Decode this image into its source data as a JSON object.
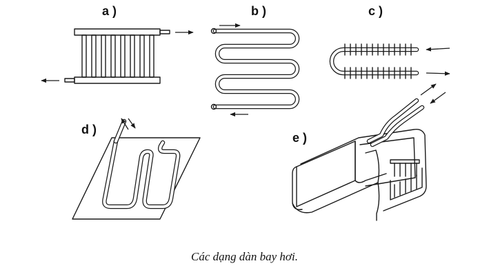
{
  "diagram": {
    "labels": {
      "a": "a )",
      "b": "b )",
      "c": "c )",
      "d": "d )",
      "e": "e )"
    },
    "caption": "Các dạng dàn bay hơi."
  }
}
